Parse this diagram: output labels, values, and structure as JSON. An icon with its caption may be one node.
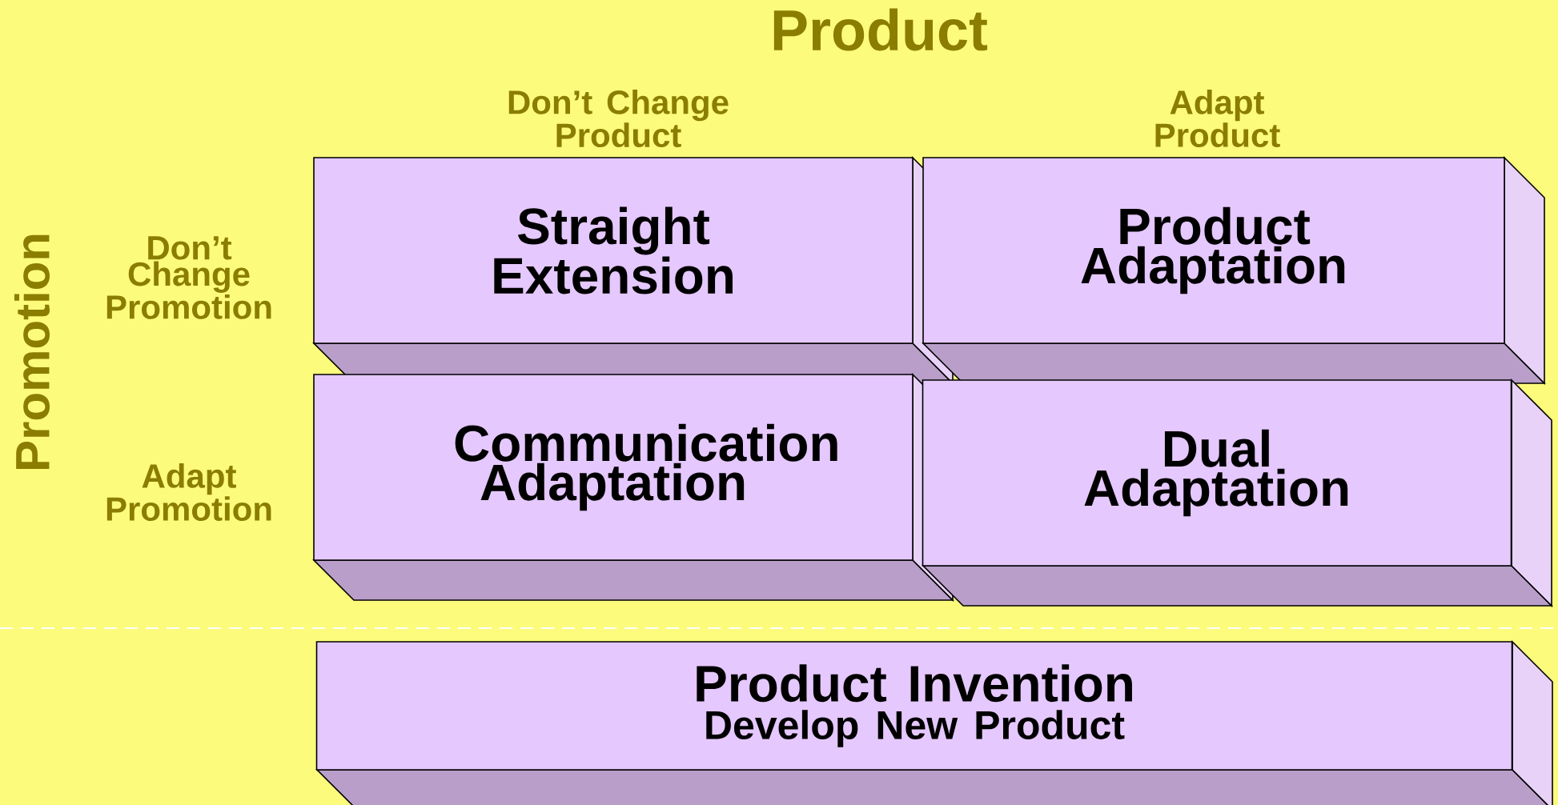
{
  "diagram": {
    "nodes": [
      {
        "text": [
          "Straight Extension"
        ]
      },
      {
        "text": [
          "Product Adaptation"
        ]
      },
      {
        "text": [
          "Communication Adaptation"
        ]
      },
      {
        "text": [
          "Dual Adaptation"
        ]
      },
      {
        "text": [
          "Product Invention",
          "Develop New Product"
        ]
      }
    ],
    "labels": [
      "Product",
      "Don’t Change Product",
      "Adapt Product",
      "Promotion",
      "Don’t Change Promotion",
      "Adapt Promotion"
    ]
  }
}
